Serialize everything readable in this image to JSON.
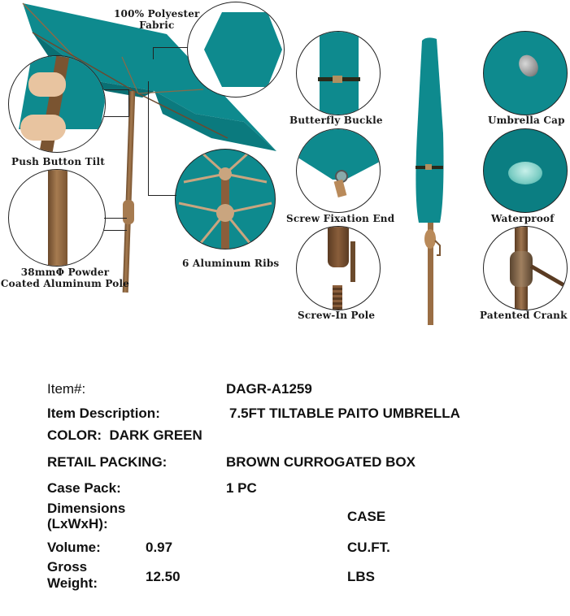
{
  "colors": {
    "canopy": "#0e8a8e",
    "canopy_dark": "#0a6f73",
    "pole": "#9a6e44",
    "text": "#111111"
  },
  "left_panel": {
    "callouts": [
      {
        "label": "100% Polyester Fabric",
        "line1": "100% Polyester",
        "line2": "Fabric"
      },
      {
        "label": "Push Button Tilt"
      },
      {
        "label": "38mmΦ Powder Coated Aluminum Pole",
        "line1": "38mmΦ Powder",
        "line2": "Coated Aluminum Pole"
      },
      {
        "label": "6 Aluminum Ribs"
      }
    ]
  },
  "right_panel": {
    "features_left": [
      {
        "label": "Butterfly Buckle"
      },
      {
        "label": "Screw Fixation End"
      },
      {
        "label": "Screw-In Pole"
      }
    ],
    "features_right": [
      {
        "label": "Umbrella Cap"
      },
      {
        "label": "Waterproof"
      },
      {
        "label": "Patented Crank"
      }
    ]
  },
  "specs": {
    "item_label": "Item#:",
    "item_value": "DAGR-A1259",
    "description_label": "Item Description:",
    "description_value": "7.5FT TILTABLE PAITO UMBRELLA",
    "color_label": "COLOR:",
    "color_value": "DARK GREEN",
    "packing_label": "RETAIL PACKING:",
    "packing_value": "BROWN CURROGATED  BOX",
    "case_pack_label": "Case Pack:",
    "case_pack_value": "1 PC",
    "dimensions_label_1": "Dimensions",
    "dimensions_label_2": "(LxWxH):",
    "dimensions_unit": "CASE",
    "volume_label": "Volume:",
    "volume_value": "0.97",
    "volume_unit": "CU.FT.",
    "weight_label_1": "Gross",
    "weight_label_2": "Weight:",
    "weight_value": "12.50",
    "weight_unit": "LBS"
  }
}
